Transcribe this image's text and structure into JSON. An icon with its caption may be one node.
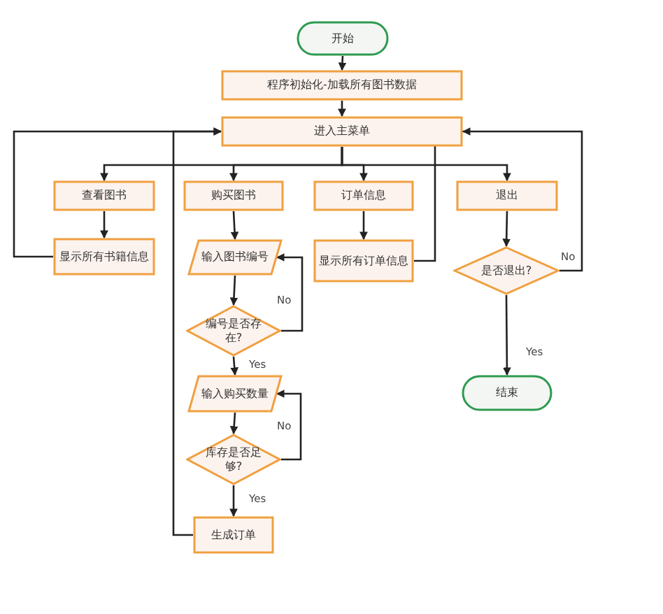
{
  "diagram": {
    "nodes": [
      {
        "text": [
          "开始"
        ]
      },
      {
        "text": [
          "程序初始化-加载所有图书数据"
        ]
      },
      {
        "text": [
          "进入主菜单"
        ]
      },
      {
        "text": [
          "查看图书"
        ]
      },
      {
        "text": [
          "购买图书"
        ]
      },
      {
        "text": [
          "订单信息"
        ]
      },
      {
        "text": [
          "退出"
        ]
      },
      {
        "text": [
          "显示所有书籍信息"
        ]
      },
      {
        "text": [
          "输入图书编号"
        ]
      },
      {
        "text": [
          "显示所有订单信息"
        ]
      },
      {
        "text": [
          "是否退出?"
        ]
      },
      {
        "text": [
          "编号是否存在?"
        ]
      },
      {
        "text": [
          "输入购买数量"
        ]
      },
      {
        "text": [
          "结束"
        ]
      },
      {
        "text": [
          "库存是否足够?"
        ]
      },
      {
        "text": [
          "生成订单"
        ]
      }
    ],
    "edges": [
      {
        "from": 0,
        "to": 1,
        "arrow": "to"
      },
      {
        "from": 1,
        "to": 2,
        "arrow": "to"
      },
      {
        "from": 2,
        "to": 3,
        "arrow": "to"
      },
      {
        "from": 2,
        "to": 4,
        "arrow": "to"
      },
      {
        "from": 2,
        "to": 5,
        "arrow": "to"
      },
      {
        "from": 2,
        "to": 6,
        "arrow": "to"
      },
      {
        "from": 3,
        "to": 7,
        "arrow": "to"
      },
      {
        "from": 7,
        "to": 2,
        "arrow": "to"
      },
      {
        "from": 4,
        "to": 8,
        "arrow": "to"
      },
      {
        "from": 8,
        "to": 11,
        "arrow": "to"
      },
      {
        "from": 11,
        "to": 8,
        "arrow": "to",
        "label": "No"
      },
      {
        "from": 11,
        "to": 12,
        "arrow": "to",
        "label": "Yes"
      },
      {
        "from": 12,
        "to": 14,
        "arrow": "to"
      },
      {
        "from": 14,
        "to": 12,
        "arrow": "to",
        "label": "No"
      },
      {
        "from": 14,
        "to": 15,
        "arrow": "to",
        "label": "Yes"
      },
      {
        "from": 15,
        "to": 2,
        "arrow": "to"
      },
      {
        "from": 5,
        "to": 9,
        "arrow": "to"
      },
      {
        "from": 9,
        "to": 2,
        "arrow": "to"
      },
      {
        "from": 6,
        "to": 10,
        "arrow": "to"
      },
      {
        "from": 10,
        "to": 2,
        "arrow": "to",
        "label": "No"
      },
      {
        "from": 10,
        "to": 13,
        "arrow": "to",
        "label": "Yes"
      }
    ]
  }
}
